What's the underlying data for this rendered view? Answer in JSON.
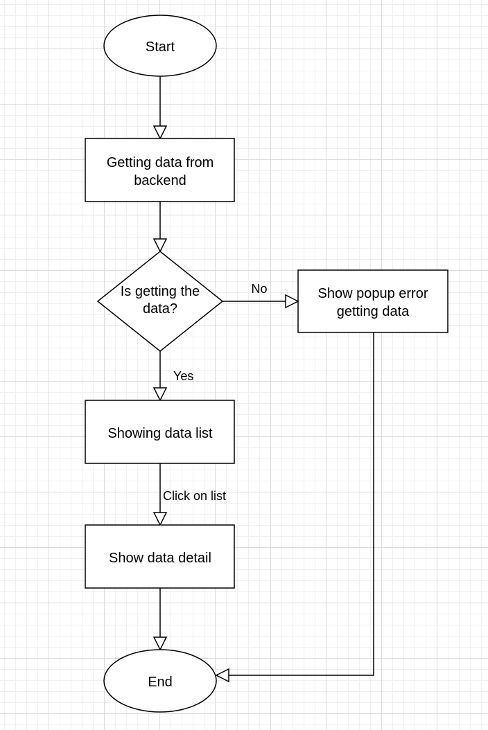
{
  "diagram": {
    "nodes": {
      "start": {
        "label": "Start"
      },
      "getting_data": {
        "line1": "Getting data from",
        "line2": "backend"
      },
      "decision": {
        "line1": "Is getting the",
        "line2": "data?"
      },
      "popup_error": {
        "line1": "Show popup error",
        "line2": "getting data"
      },
      "showing_list": {
        "label": "Showing data list"
      },
      "show_detail": {
        "label": "Show data detail"
      },
      "end": {
        "label": "End"
      }
    },
    "edges": {
      "no": "No",
      "yes": "Yes",
      "click_on_list": "Click on list"
    }
  }
}
